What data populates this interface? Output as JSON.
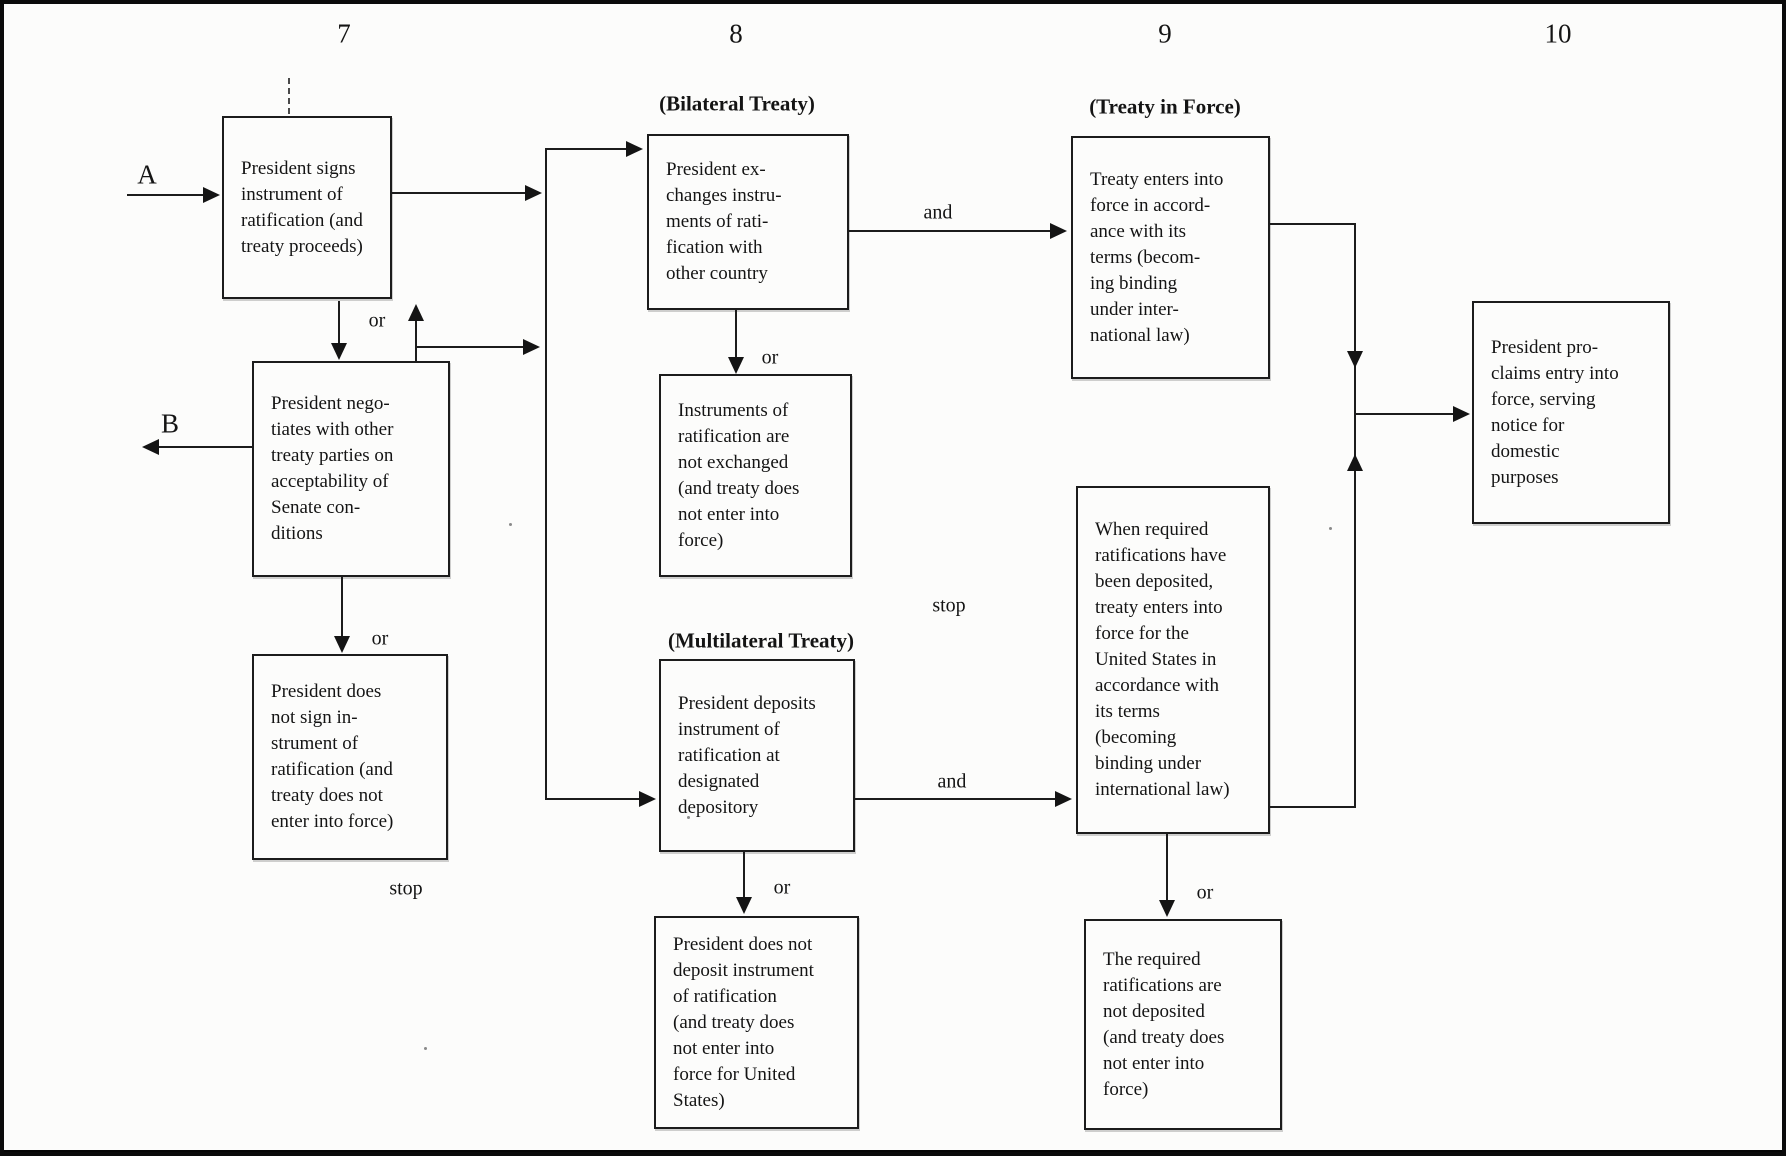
{
  "columns": {
    "c7": "7",
    "c8": "8",
    "c9": "9",
    "c10": "10"
  },
  "sections": {
    "bilateral": "(Bilateral Treaty)",
    "treaty_in_force": "(Treaty in Force)",
    "multilateral": "(Multilateral Treaty)"
  },
  "entries": {
    "a": "A",
    "b": "B"
  },
  "boxes": {
    "signs": "President signs\ninstrument of\nratification (and\ntreaty proceeds)",
    "negotiates": "President nego-\ntiates with other\ntreaty parties on\nacceptability of\nSenate con-\nditions",
    "not_sign": "President does\nnot sign in-\nstrument of\nratification (and\ntreaty does not\nenter into force)",
    "exchanges": "President ex-\nchanges instru-\nments of rati-\nfication with\nother country",
    "not_exchanged": "Instruments of\nratification are\nnot exchanged\n(and treaty does\nnot enter into\nforce)",
    "deposits": "President deposits\ninstrument of\nratification at\ndesignated\ndepository",
    "not_deposit": "President does not\ndeposit instrument\nof ratification\n(and treaty does\nnot enter into\nforce for United\nStates)",
    "enters_force": "Treaty enters into\nforce in accord-\nance with its\nterms (becom-\ning binding\nunder inter-\nnational law)",
    "when_required": "When required\nratifications have\nbeen deposited,\ntreaty enters into\nforce for the\nUnited States in\naccordance with\nits terms\n(becoming\nbinding under\ninternational law)",
    "not_deposited": "The required\nratifications are\nnot deposited\n(and treaty does\nnot enter into\nforce)",
    "proclaims": "President pro-\nclaims entry into\nforce, serving\nnotice for\ndomestic\npurposes"
  },
  "labels": {
    "or_signs": "or",
    "or_negotiates": "or",
    "or_bilateral": "or",
    "or_multilateral": "or",
    "or_ratifications": "or",
    "and_bilateral": "and",
    "and_multilateral": "and",
    "stop_not_sign": "stop",
    "stop_mid": "stop"
  }
}
